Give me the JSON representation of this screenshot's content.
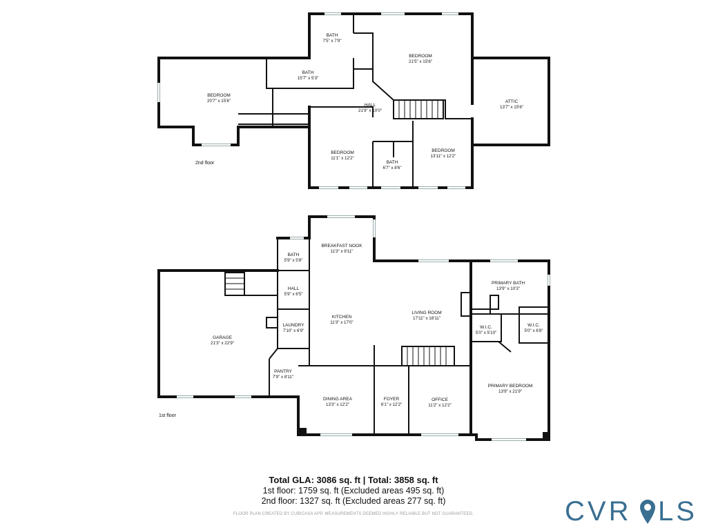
{
  "floors": {
    "second_label": "2nd floor",
    "first_label": "1st floor"
  },
  "rooms_second": [
    {
      "id": "bath-top",
      "name": "BATH",
      "size": "7'5\" x 7'9\""
    },
    {
      "id": "bedroom-large",
      "name": "BEDROOM",
      "size": "21'5\" x 15'6\""
    },
    {
      "id": "bath-mid",
      "name": "BATH",
      "size": "15'7\" x 5'3\""
    },
    {
      "id": "bedroom-left",
      "name": "BEDROOM",
      "size": "20'7\" x 15'6\""
    },
    {
      "id": "hall",
      "name": "HALL",
      "size": "21'9\" x 10'0\""
    },
    {
      "id": "attic",
      "name": "ATTIC",
      "size": "13'7\" x 15'6\""
    },
    {
      "id": "bedroom-bl",
      "name": "BEDROOM",
      "size": "11'1\" x 12'2\""
    },
    {
      "id": "bath-small",
      "name": "BATH",
      "size": "6'7\" x 8'6\""
    },
    {
      "id": "bedroom-br",
      "name": "BEDROOM",
      "size": "13'11\" x 12'2\""
    }
  ],
  "rooms_first": [
    {
      "id": "breakfast-nook",
      "name": "BREAKFAST NOOK",
      "size": "11'3\" x 9'11\""
    },
    {
      "id": "bath-1",
      "name": "BATH",
      "size": "5'9\" x 5'8\""
    },
    {
      "id": "hall-1",
      "name": "HALL",
      "size": "5'9\" x 6'5\""
    },
    {
      "id": "garage",
      "name": "GARAGE",
      "size": "21'3\" x 22'9\""
    },
    {
      "id": "kitchen",
      "name": "KITCHEN",
      "size": "11'3\" x 17'0\""
    },
    {
      "id": "laundry",
      "name": "LAUNDRY",
      "size": "7'10\" x 6'9\""
    },
    {
      "id": "living-room",
      "name": "LIVING ROOM",
      "size": "17'11\" x 18'11\""
    },
    {
      "id": "primary-bath",
      "name": "PRIMARY BATH",
      "size": "13'9\" x 10'3\""
    },
    {
      "id": "wic-1",
      "name": "W.I.C.",
      "size": "5'0\" x 5'10\""
    },
    {
      "id": "wic-2",
      "name": "W.I.C.",
      "size": "5'0\" x 6'8\""
    },
    {
      "id": "pantry",
      "name": "PANTRY",
      "size": "7'9\" x 8'11\""
    },
    {
      "id": "primary-bedroom",
      "name": "PRIMARY BEDROOM",
      "size": "13'9\" x 21'9\""
    },
    {
      "id": "dining-area",
      "name": "DINING AREA",
      "size": "13'3\" x 12'2\""
    },
    {
      "id": "foyer",
      "name": "FOYER",
      "size": "6'1\" x 12'2\""
    },
    {
      "id": "office",
      "name": "OFFICE",
      "size": "11'2\" x 12'2\""
    }
  ],
  "summary": {
    "total": "Total GLA: 3086 sq. ft | Total: 3858 sq. ft",
    "first": "1st floor: 1759 sq. ft (Excluded areas 495 sq. ft)",
    "second": "2nd floor: 1327 sq. ft (Excluded areas 277 sq. ft)"
  },
  "credit": "FLOOR PLAN CREATED BY CUBICASA APP. MEASUREMENTS DEEMED HIGHLY RELIABLE BUT NOT GUARANTEED.",
  "logo": {
    "text": "CVRMLS",
    "color": "#3a6f92"
  }
}
